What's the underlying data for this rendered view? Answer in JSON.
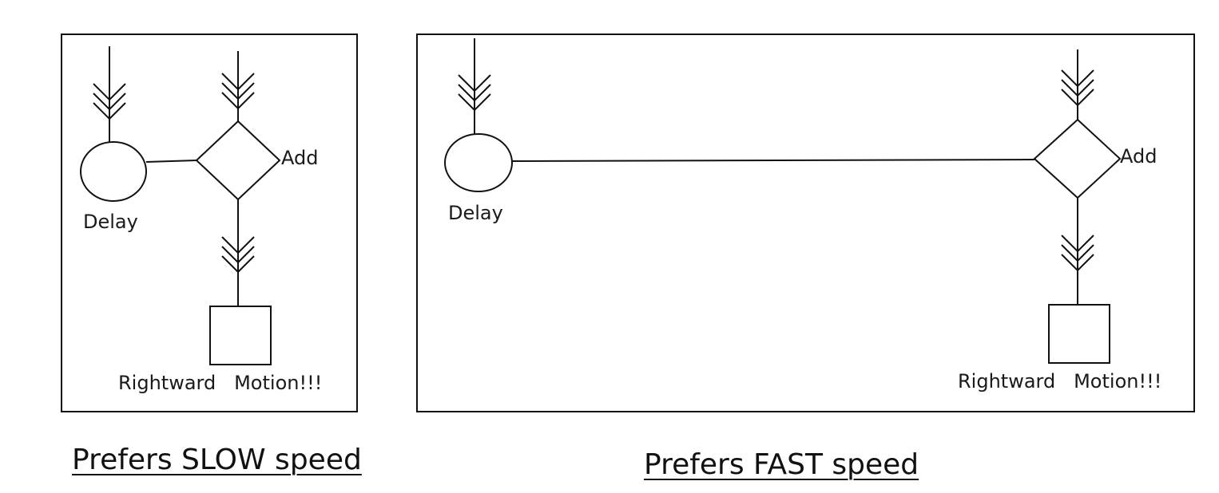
{
  "diagrams": [
    {
      "id": "slow",
      "caption": "Prefers SLOW speed",
      "delay_label": "Delay",
      "add_label": "Add",
      "output_label": "Rightward   Motion!!!"
    },
    {
      "id": "fast",
      "caption": "Prefers FAST speed",
      "delay_label": "Delay",
      "add_label": "Add",
      "output_label": "Rightward   Motion!!!"
    }
  ]
}
